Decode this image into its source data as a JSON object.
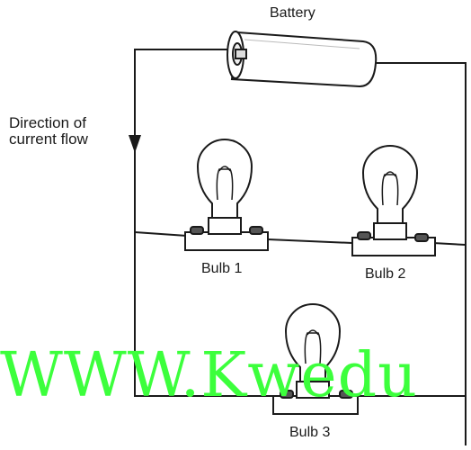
{
  "labels": {
    "battery": "Battery",
    "direction_line1": "Direction of",
    "direction_line2": "current flow",
    "bulb1": "Bulb 1",
    "bulb2": "Bulb 2",
    "bulb3": "Bulb 3"
  },
  "watermark": "WWW.Kwedu",
  "colors": {
    "line": "#1a1a1a",
    "watermark": "#3cff3c"
  }
}
